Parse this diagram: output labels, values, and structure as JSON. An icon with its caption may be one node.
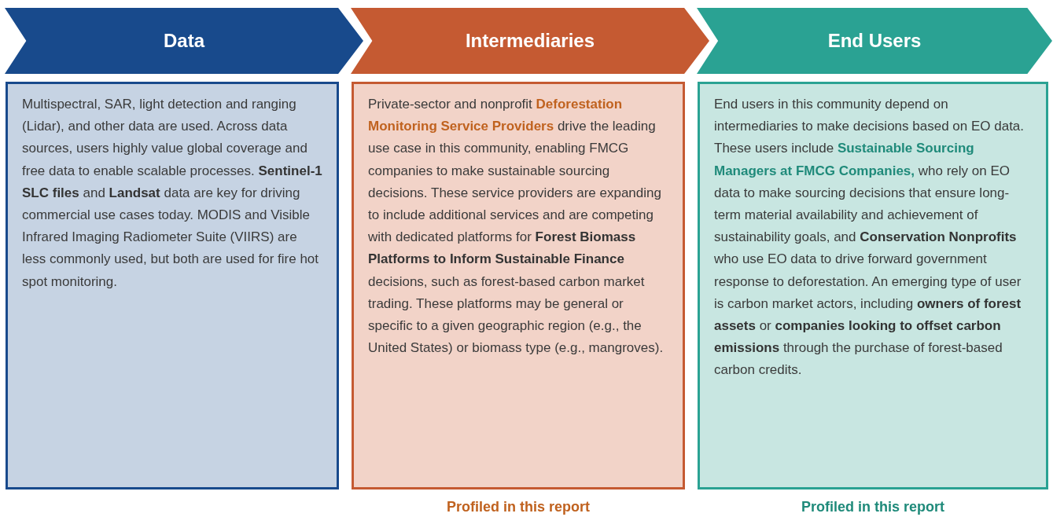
{
  "diagram": {
    "nodes": [
      {
        "text": [
          "Data"
        ]
      },
      {
        "text": [
          "Intermediaries"
        ]
      },
      {
        "text": [
          "End Users"
        ]
      },
      {
        "text": [
          "Multispectral, SAR, light detection and ranging (Lidar), and other data are used. Across data sources, users highly value global coverage and free data to enable scalable processes. **Sentinel-1 SLC files** and **Landsat** data are key for driving commercial use cases today. MODIS and Visible Infrared Imaging Radiometer Suite (VIIRS) are less commonly used, but both are used for fire hot spot monitoring."
        ]
      },
      {
        "text": [
          "Private-sector and nonprofit **Deforestation Monitoring Service Providers** drive the leading use case in this community, enabling FMCG companies to make sustainable sourcing decisions. These service providers are expanding to include additional services and are competing with dedicated platforms for **Forest Biomass Platforms to Inform Sustainable Finance** decisions, such as forest-based carbon market trading. These platforms may be general or specific to a given geographic region (e.g., the United States) or biomass type (e.g., mangroves)."
        ],
        "beside": [
          "Profiled in this report"
        ]
      },
      {
        "text": [
          "End users in this community depend on intermediaries to make decisions based on EO data. These users include **Sustainable Sourcing Managers at FMCG Companies,** who rely on EO data to make sourcing decisions that ensure long-term material availability and achievement of sustainability goals, and **Conservation Nonprofits** who use EO data to drive forward government response to deforestation. An emerging type of user is carbon market actors, including **owners of forest assets** or **companies looking to offset carbon emissions** through the purchase of forest-based carbon credits."
        ],
        "beside": [
          "Profiled in this report"
        ]
      }
    ]
  }
}
